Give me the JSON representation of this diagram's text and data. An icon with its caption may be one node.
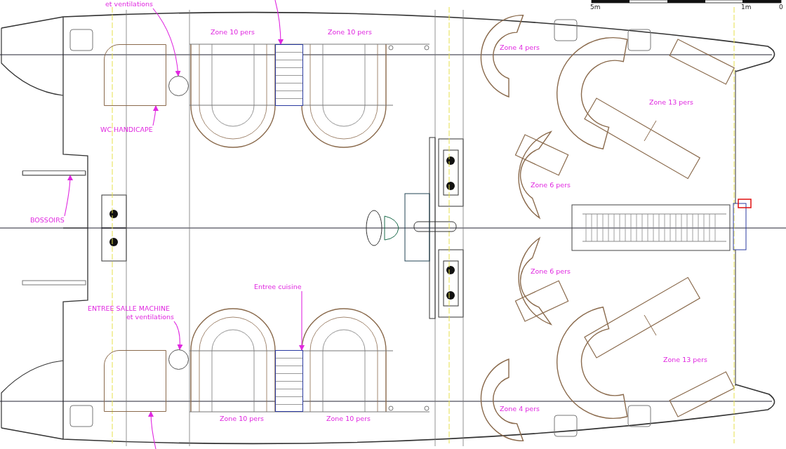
{
  "diagram": {
    "nodes": [
      {
        "text": [
          "et ventilations"
        ]
      },
      {
        "text": [],
        "shape": "circle"
      },
      {
        "text": [
          "WC HANDICAPE"
        ]
      },
      {
        "text": [],
        "shape": "box"
      },
      {
        "text": [],
        "shape": "box"
      },
      {
        "text": [
          "BOSSOIRS"
        ]
      },
      {
        "text": [],
        "shape": "bar"
      },
      {
        "text": [
          "ENTREE SALLE MACHINE",
          "et ventilations"
        ]
      },
      {
        "text": [],
        "shape": "circle"
      },
      {
        "text": [
          "Entree cuisine"
        ]
      },
      {
        "text": [],
        "shape": "box"
      },
      {
        "text": [],
        "shape": "box"
      }
    ],
    "edges": [
      {
        "from": 0,
        "to": 1,
        "arrow": "to"
      },
      {
        "from": null,
        "to": 4,
        "arrow": "to"
      },
      {
        "from": 2,
        "to": 3,
        "arrow": "to"
      },
      {
        "from": 5,
        "to": 6,
        "arrow": "to"
      },
      {
        "from": 7,
        "to": 8,
        "arrow": "to"
      },
      {
        "from": 9,
        "to": 10,
        "arrow": "to"
      },
      {
        "from": null,
        "to": 11,
        "arrow": "to"
      }
    ],
    "labels": [
      "5m",
      "1m",
      "0",
      "Zone 10 pers",
      "Zone 10 pers",
      "Zone 4 pers",
      "Zone 13 pers",
      "Zone 6 pers",
      "Zone 6 pers",
      "Zone 13 pers",
      "Zone 4 pers",
      "Zone 10 pers",
      "Zone 10 pers"
    ]
  }
}
